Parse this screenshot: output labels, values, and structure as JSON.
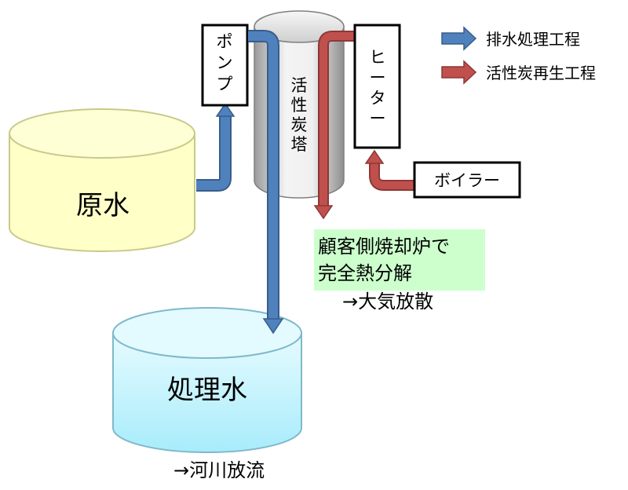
{
  "legend": {
    "items": [
      {
        "label": "排水処理工程",
        "color": "#4F81BD"
      },
      {
        "label": "活性炭再生工程",
        "color": "#C0504D"
      }
    ]
  },
  "nodes": {
    "raw_water": "原水",
    "pump": [
      "ポ",
      "ン",
      "プ"
    ],
    "carbon_tower": [
      "活",
      "性",
      "炭",
      "塔"
    ],
    "heater": [
      "ヒ",
      "ー",
      "タ",
      "ー"
    ],
    "boiler": "ボイラー",
    "treated_water": "処理水"
  },
  "notes": {
    "incineration_line1": "顧客側焼却炉で",
    "incineration_line2": "完全熱分解",
    "atmosphere": "→大気放散",
    "river": "→河川放流"
  },
  "colors": {
    "drain_flow": "#4F81BD",
    "drain_flow_dark": "#385D8A",
    "regen_flow": "#C0504D",
    "regen_flow_dark": "#8C3836",
    "raw_tank_fill": "#FFFFC8",
    "raw_tank_stroke": "#C9C98A",
    "treated_tank_fill": "#BFF3FF",
    "treated_tank_stroke": "#7FB9C9",
    "note_bg": "#CCFFCC",
    "tower_fill": "#D9D9D9"
  }
}
